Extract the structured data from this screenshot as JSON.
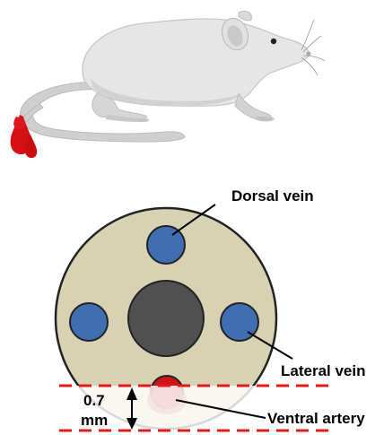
{
  "labels": {
    "dorsal_vein": "Dorsal vein",
    "lateral_vein": "Lateral vein",
    "ventral_artery": "Ventral artery",
    "depth_value": "0.7",
    "depth_unit": "mm"
  },
  "colors": {
    "tail_section_fill": "#d8d2b4",
    "vein_fill": "#3f6eb3",
    "bone_fill": "#505050",
    "artery_fill": "#d01318",
    "blood_drop": "#d60f14",
    "guide_line": "#e01b1b",
    "mouse_body": "#e4e4e4",
    "mouse_shadow": "#c9c9c9",
    "ear_inner": "#c8c8c8"
  },
  "icons": [
    "mouse-illustration",
    "blood-drop-icon",
    "tail-cross-section"
  ]
}
